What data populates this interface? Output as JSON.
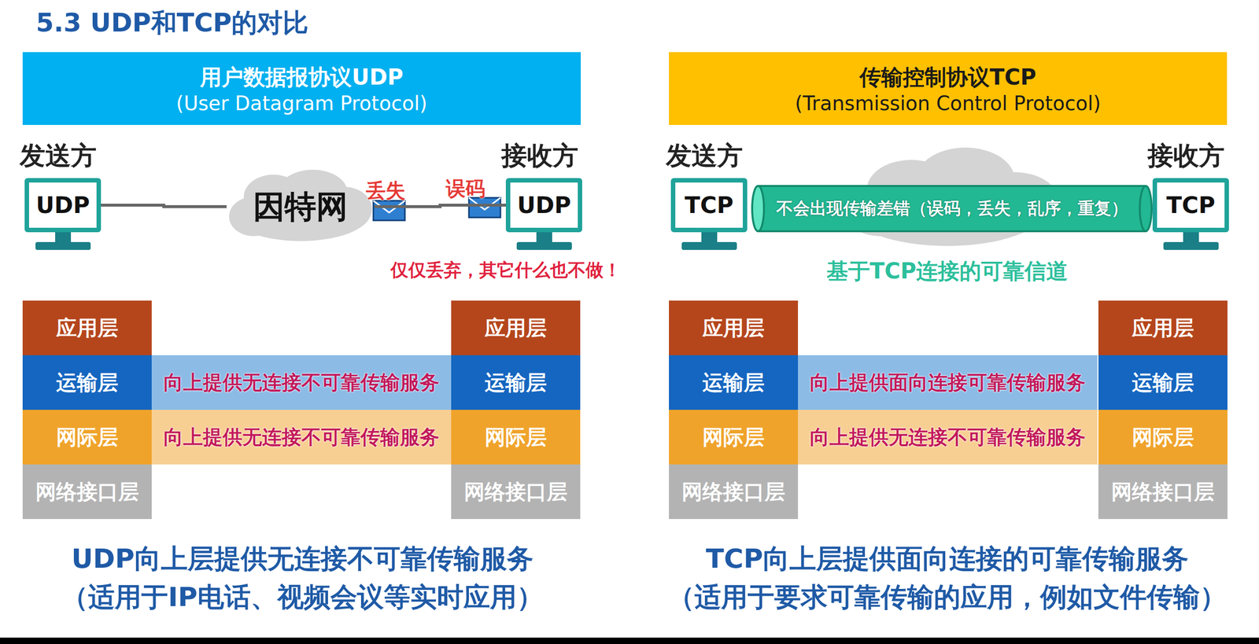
{
  "diagram": {
    "title": "5.3 UDP和TCP的对比",
    "nodes": [
      {
        "text": [
          "用户数据报协议UDP",
          "(User Datagram Protocol)"
        ]
      },
      {
        "text": [
          "传输控制协议TCP",
          "(Transmission Control Protocol)"
        ]
      },
      {
        "text": [
          "UDP"
        ]
      },
      {
        "text": [
          "因特网"
        ]
      },
      {
        "text": [
          "UDP"
        ]
      },
      {
        "text": [
          "TCP"
        ]
      },
      {
        "text": [
          "不会出现传输差错（误码，丢失，乱序，重复）"
        ]
      },
      {
        "text": [
          "TCP"
        ]
      },
      {
        "text": [
          "应用层"
        ]
      },
      {
        "text": [
          "运输层"
        ]
      },
      {
        "text": [
          "网际层"
        ]
      },
      {
        "text": [
          "网络接口层"
        ]
      },
      {
        "text": [
          "向上提供无连接不可靠传输服务"
        ]
      },
      {
        "text": [
          "向上提供无连接不可靠传输服务"
        ]
      },
      {
        "text": [
          "应用层"
        ]
      },
      {
        "text": [
          "运输层"
        ]
      },
      {
        "text": [
          "网际层"
        ]
      },
      {
        "text": [
          "网络接口层"
        ]
      },
      {
        "text": [
          "应用层"
        ]
      },
      {
        "text": [
          "运输层"
        ]
      },
      {
        "text": [
          "网际层"
        ]
      },
      {
        "text": [
          "网络接口层"
        ]
      },
      {
        "text": [
          "向上提供面向连接可靠传输服务"
        ]
      },
      {
        "text": [
          "向上提供无连接不可靠传输服务"
        ]
      },
      {
        "text": [
          "应用层"
        ]
      },
      {
        "text": [
          "运输层"
        ]
      },
      {
        "text": [
          "网际层"
        ]
      },
      {
        "text": [
          "网络接口层"
        ]
      }
    ],
    "edges": [
      {
        "from": 2,
        "to": 3,
        "arrow": "none"
      },
      {
        "from": 3,
        "to": 4,
        "arrow": "none"
      }
    ],
    "labels": [
      "发送方",
      "接收方",
      "丢失",
      "误码",
      "仅仅丢弃，其它什么也不做！",
      "发送方",
      "接收方",
      "基于TCP连接的可靠信道",
      "UDP向上层提供无连接不可靠传输服务",
      "（适用于IP电话、视频会议等实时应用）",
      "TCP向上层提供面向连接的可靠传输服务",
      "（适用于要求可靠传输的应用，例如文件传输）"
    ]
  }
}
